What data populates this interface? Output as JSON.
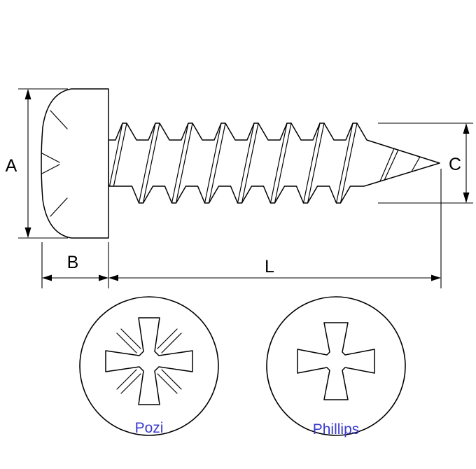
{
  "diagram": {
    "dimension_labels": {
      "A": "A",
      "B": "B",
      "C": "C",
      "L": "L"
    },
    "drive_labels": {
      "pozi": "Pozi",
      "phillips": "Phillips"
    },
    "colors": {
      "line": "#000000",
      "drive_label": "#3a3acd",
      "background": "#ffffff"
    }
  }
}
